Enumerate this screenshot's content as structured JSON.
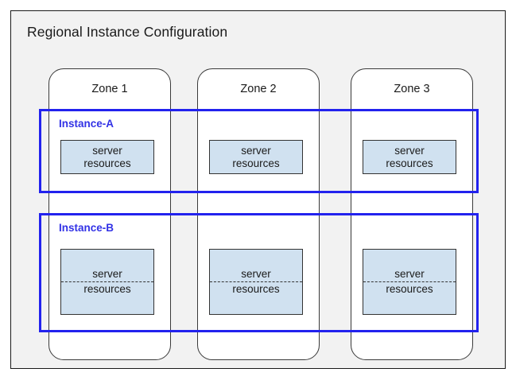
{
  "diagram": {
    "title": "Regional Instance Configuration",
    "background_color": "#f2f2f2",
    "frame_border_color": "#1a1a1a",
    "accent_color": "#2222ee",
    "resource_fill_color": "#d0e1f0"
  },
  "zones": [
    {
      "label": "Zone 1"
    },
    {
      "label": "Zone 2"
    },
    {
      "label": "Zone 3"
    }
  ],
  "instances": [
    {
      "label": "Instance-A",
      "resources": [
        {
          "line1": "server",
          "line2": "resources"
        },
        {
          "line1": "server",
          "line2": "resources"
        },
        {
          "line1": "server",
          "line2": "resources"
        }
      ]
    },
    {
      "label": "Instance-B",
      "resources": [
        {
          "line1": "server",
          "line2": "resources"
        },
        {
          "line1": "server",
          "line2": "resources"
        },
        {
          "line1": "server",
          "line2": "resources"
        }
      ]
    }
  ]
}
